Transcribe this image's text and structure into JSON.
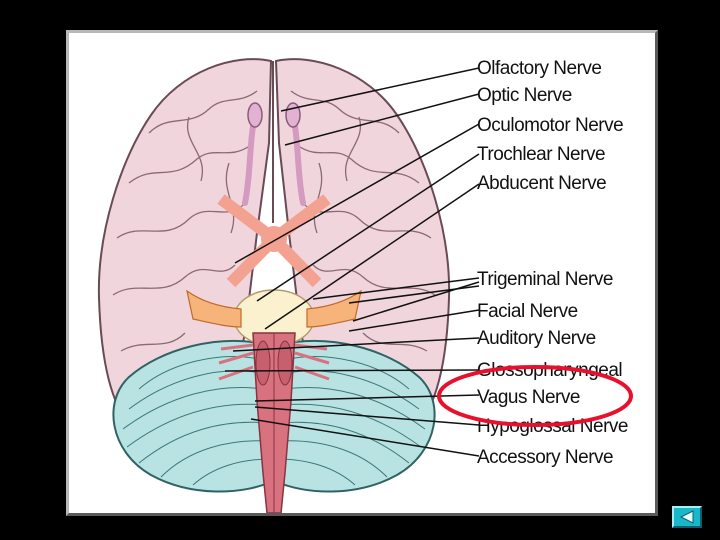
{
  "nerve_labels": [
    "Olfactory Nerve",
    "Optic Nerve",
    "Oculomotor Nerve",
    "Trochlear Nerve",
    "Abducent Nerve",
    "Trigeminal Nerve",
    "Facial Nerve",
    "Auditory Nerve",
    "Glossopharyngeal",
    "Vagus Nerve",
    "Hypoglossal Nerve",
    "Accessory Nerve"
  ],
  "highlighted_label": "Vagus Nerve",
  "colors": {
    "background": "#000000",
    "brain": "#f1d5dc",
    "brain_outline": "#6a4a55",
    "cerebellum": "#b9e3e3",
    "brainstem": "#d9727f",
    "optic": "#f3a191",
    "trigeminal": "#f7b47a",
    "pons": "#fbf1cf",
    "highlight": "#e8102c",
    "nav_button": "#18b7c9"
  },
  "icons": {
    "navigation": "back-arrow-icon"
  }
}
